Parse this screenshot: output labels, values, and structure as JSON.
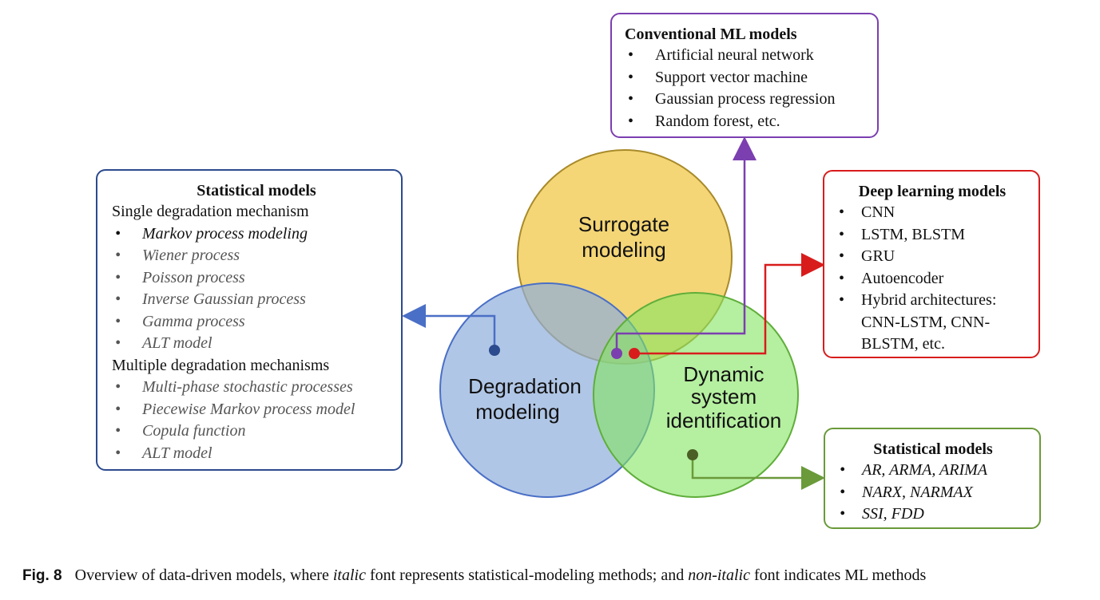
{
  "circles": {
    "surrogate": {
      "line1": "Surrogate",
      "line2": "modeling"
    },
    "degradation": {
      "line1": "Degradation",
      "line2": "modeling"
    },
    "dynamic": {
      "line1": "Dynamic",
      "line2": "system",
      "line3": "identification"
    }
  },
  "conventional_ml": {
    "title": "Conventional ML models",
    "items": [
      "Artificial neural network",
      "Support vector machine",
      "Gaussian process regression",
      "Random forest, etc."
    ]
  },
  "statistical_left": {
    "title": "Statistical models",
    "single_heading": "Single degradation mechanism",
    "single_items": [
      "Markov process modeling",
      "Wiener process",
      "Poisson process",
      "Inverse Gaussian process",
      "Gamma process",
      "ALT model"
    ],
    "multiple_heading": "Multiple degradation mechanisms",
    "multiple_items": [
      "Multi-phase stochastic processes",
      "Piecewise Markov process model",
      "Copula function",
      "ALT model"
    ]
  },
  "deep_learning": {
    "title": "Deep learning models",
    "items": [
      "CNN",
      "LSTM, BLSTM",
      "GRU",
      "Autoencoder",
      "Hybrid architectures: CNN-LSTM, CNN-BLSTM, etc."
    ]
  },
  "statistical_right": {
    "title": "Statistical models",
    "items": [
      "AR, ARMA, ARIMA",
      "NARX, NARMAX",
      "SSI, FDD"
    ]
  },
  "caption": {
    "label": "Fig. 8",
    "text_a": "Overview of data-driven models, where ",
    "italic_a": "italic",
    "text_b": " font represents statistical-modeling methods; and ",
    "italic_b": "non-italic",
    "text_c": " font indicates ML methods"
  },
  "colors": {
    "surrogate_fill": "#f2cf5e",
    "degradation_fill": "#8eaedc",
    "dynamic_fill": "#84e561",
    "conventional_ml": "#7b3fb0",
    "statistical_left": "#2c4a8e",
    "deep_learning": "#d81c1c",
    "statistical_right": "#6a9a3a"
  }
}
